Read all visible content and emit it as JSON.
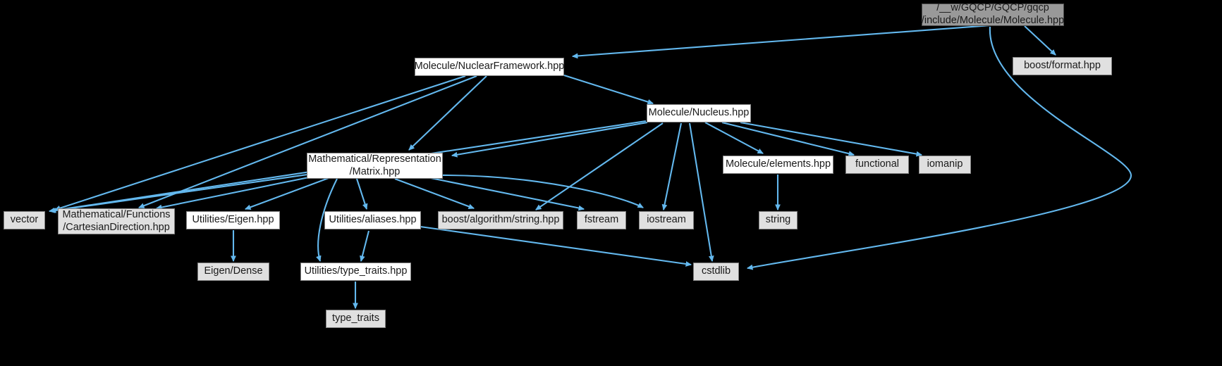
{
  "graph": {
    "title": "Molecule.hpp include dependency graph",
    "background_color": "#000000",
    "edge_color": "#63b8ee",
    "node_fill_leaf": "#e0e0e0",
    "node_fill_header": "#ffffff",
    "node_fill_root": "#999999",
    "node_border_color": "#808080",
    "text_color": "#1a1a1a"
  },
  "nodes": [
    {
      "id": "root",
      "label": "/__w/GQCP/GQCP/gqcp\n/include/Molecule/Molecule.hpp",
      "kind": "root"
    },
    {
      "id": "boostformat",
      "label": "boost/format.hpp",
      "kind": "leaf"
    },
    {
      "id": "nucframe",
      "label": "Molecule/NuclearFramework.hpp",
      "kind": "hdr"
    },
    {
      "id": "nucleus",
      "label": "Molecule/Nucleus.hpp",
      "kind": "hdr"
    },
    {
      "id": "matrix",
      "label": "Mathematical/Representation\n/Matrix.hpp",
      "kind": "hdr"
    },
    {
      "id": "elements",
      "label": "Molecule/elements.hpp",
      "kind": "hdr"
    },
    {
      "id": "functional",
      "label": "functional",
      "kind": "leaf"
    },
    {
      "id": "iomanip",
      "label": "iomanip",
      "kind": "leaf"
    },
    {
      "id": "vector",
      "label": "vector",
      "kind": "leaf"
    },
    {
      "id": "cartdir",
      "label": "Mathematical/Functions\n/CartesianDirection.hpp",
      "kind": "leaf"
    },
    {
      "id": "eigenhpp",
      "label": "Utilities/Eigen.hpp",
      "kind": "hdr"
    },
    {
      "id": "aliases",
      "label": "Utilities/aliases.hpp",
      "kind": "hdr"
    },
    {
      "id": "boostalgo",
      "label": "boost/algorithm/string.hpp",
      "kind": "leaf"
    },
    {
      "id": "fstream",
      "label": "fstream",
      "kind": "leaf"
    },
    {
      "id": "iostream",
      "label": "iostream",
      "kind": "leaf"
    },
    {
      "id": "string",
      "label": "string",
      "kind": "leaf"
    },
    {
      "id": "eigendense",
      "label": "Eigen/Dense",
      "kind": "leaf"
    },
    {
      "id": "typetraitshpp",
      "label": "Utilities/type_traits.hpp",
      "kind": "hdr"
    },
    {
      "id": "cstdlib",
      "label": "cstdlib",
      "kind": "leaf"
    },
    {
      "id": "typetraits",
      "label": "type_traits",
      "kind": "leaf"
    }
  ],
  "edges": [
    {
      "from": "root",
      "to": "nucframe"
    },
    {
      "from": "root",
      "to": "boostformat"
    },
    {
      "from": "root",
      "to": "cstdlib"
    },
    {
      "from": "nucframe",
      "to": "nucleus"
    },
    {
      "from": "nucframe",
      "to": "vector"
    },
    {
      "from": "nucframe",
      "to": "cartdir"
    },
    {
      "from": "nucframe",
      "to": "matrix"
    },
    {
      "from": "nucleus",
      "to": "matrix"
    },
    {
      "from": "nucleus",
      "to": "elements"
    },
    {
      "from": "nucleus",
      "to": "functional"
    },
    {
      "from": "nucleus",
      "to": "iomanip"
    },
    {
      "from": "nucleus",
      "to": "vector"
    },
    {
      "from": "nucleus",
      "to": "iostream"
    },
    {
      "from": "nucleus",
      "to": "cstdlib"
    },
    {
      "from": "nucleus",
      "to": "boostalgo"
    },
    {
      "from": "matrix",
      "to": "vector"
    },
    {
      "from": "matrix",
      "to": "cartdir"
    },
    {
      "from": "matrix",
      "to": "eigenhpp"
    },
    {
      "from": "matrix",
      "to": "aliases"
    },
    {
      "from": "matrix",
      "to": "boostalgo"
    },
    {
      "from": "matrix",
      "to": "fstream"
    },
    {
      "from": "matrix",
      "to": "iostream"
    },
    {
      "from": "matrix",
      "to": "typetraitshpp"
    },
    {
      "from": "elements",
      "to": "string"
    },
    {
      "from": "eigenhpp",
      "to": "eigendense"
    },
    {
      "from": "aliases",
      "to": "typetraitshpp"
    },
    {
      "from": "aliases",
      "to": "cstdlib"
    },
    {
      "from": "typetraitshpp",
      "to": "typetraits"
    }
  ]
}
